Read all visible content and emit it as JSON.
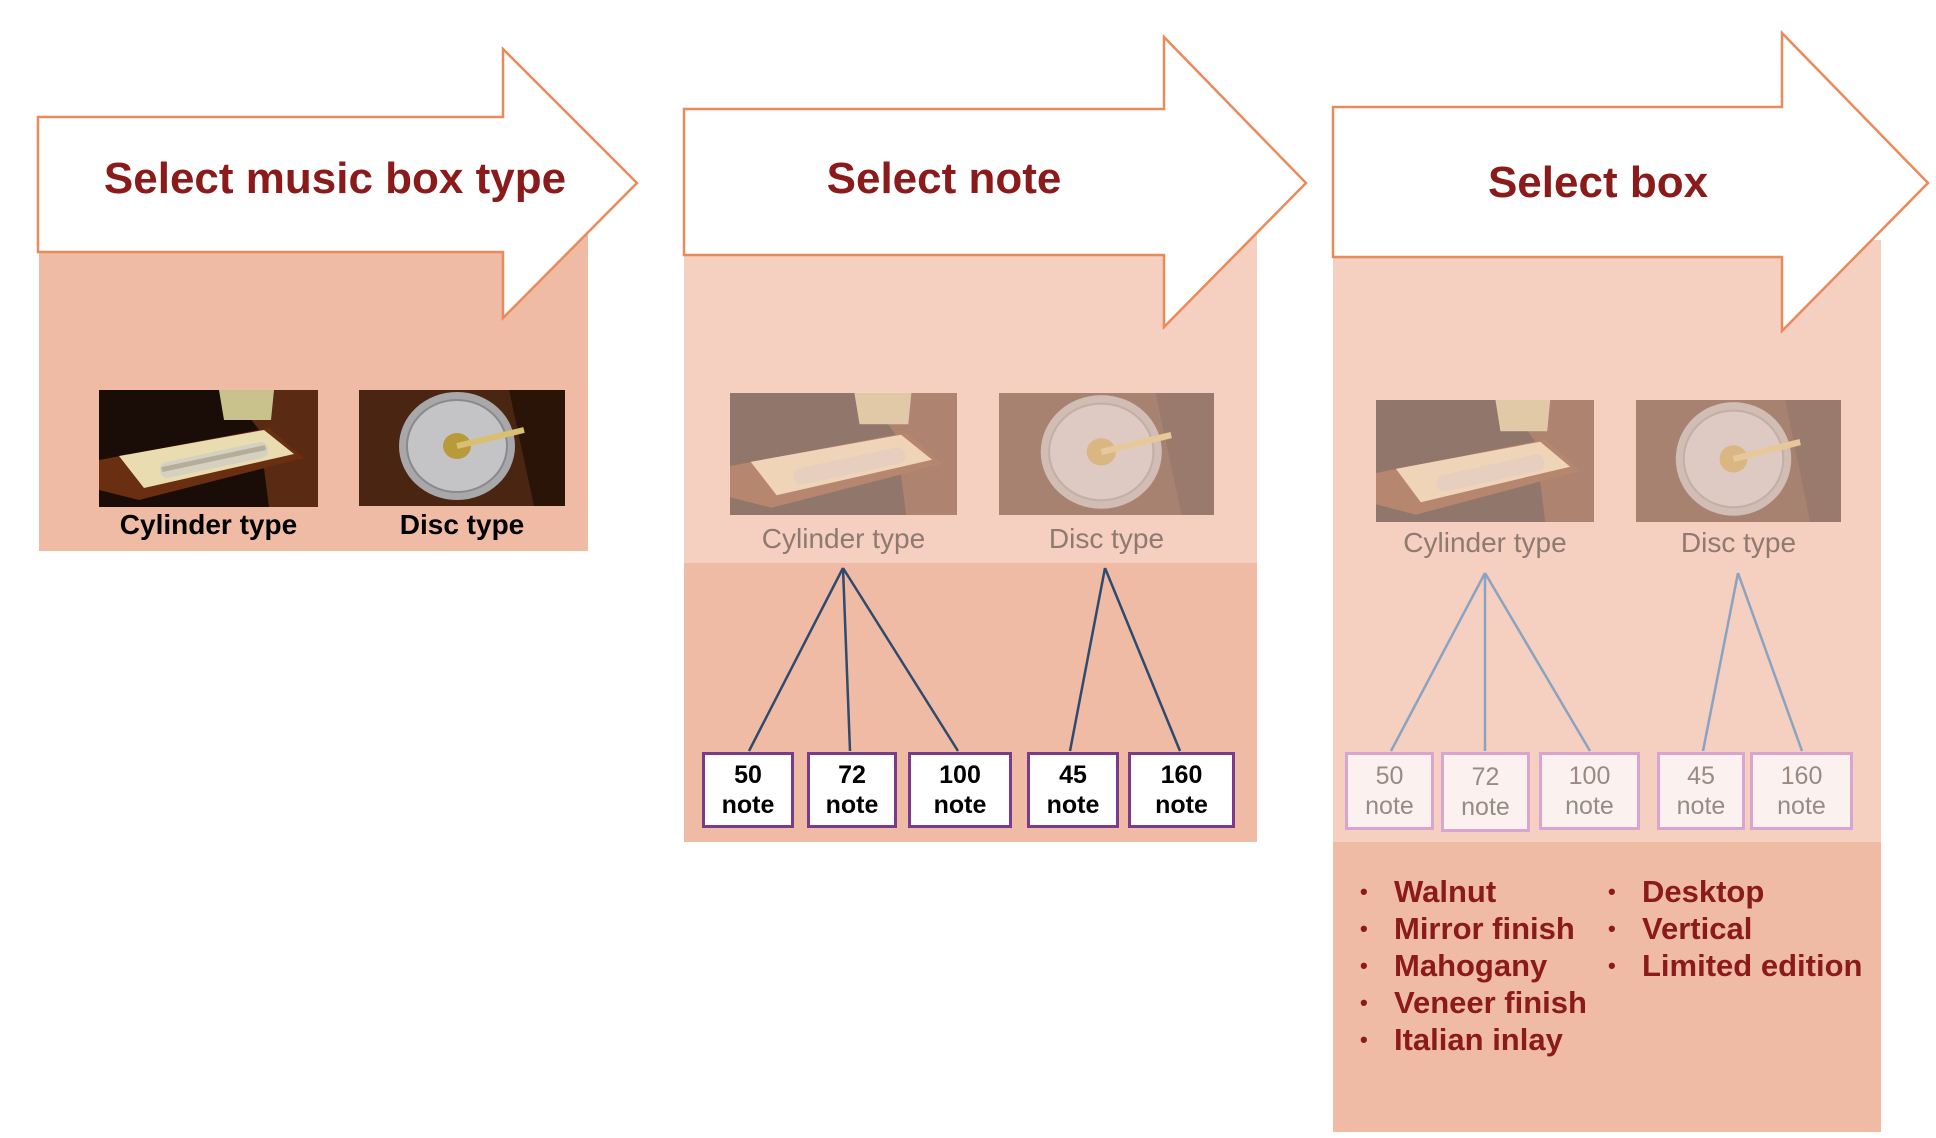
{
  "colors": {
    "title_text": "#8b1a1a",
    "arrow_outline": "#ea8a5a",
    "panel_dark": "#efbba4",
    "panel_light": "#f5cfbf",
    "note_border": "#7a3b8c",
    "connector_line": "#2e4a6e"
  },
  "stages": [
    {
      "title": "Select music box type",
      "types": [
        {
          "label": "Cylinder type",
          "image_icon": "cylinder-music-box-photo"
        },
        {
          "label": "Disc type",
          "image_icon": "disc-music-box-photo"
        }
      ]
    },
    {
      "title": "Select note",
      "types": [
        {
          "label": "Cylinder type",
          "image_icon": "cylinder-music-box-photo"
        },
        {
          "label": "Disc type",
          "image_icon": "disc-music-box-photo"
        }
      ],
      "notes": [
        {
          "number": "50",
          "unit": "note",
          "parent": "Cylinder type"
        },
        {
          "number": "72",
          "unit": "note",
          "parent": "Cylinder type"
        },
        {
          "number": "100",
          "unit": "note",
          "parent": "Cylinder type"
        },
        {
          "number": "45",
          "unit": "note",
          "parent": "Disc type"
        },
        {
          "number": "160",
          "unit": "note",
          "parent": "Disc type"
        }
      ]
    },
    {
      "title": "Select box",
      "types": [
        {
          "label": "Cylinder type",
          "image_icon": "cylinder-music-box-photo"
        },
        {
          "label": "Disc type",
          "image_icon": "disc-music-box-photo"
        }
      ],
      "notes": [
        {
          "number": "50",
          "unit": "note",
          "parent": "Cylinder type"
        },
        {
          "number": "72",
          "unit": "note",
          "parent": "Cylinder type"
        },
        {
          "number": "100",
          "unit": "note",
          "parent": "Cylinder type"
        },
        {
          "number": "45",
          "unit": "note",
          "parent": "Disc type"
        },
        {
          "number": "160",
          "unit": "note",
          "parent": "Disc type"
        }
      ],
      "box_options_left": [
        "Walnut",
        "Mirror finish",
        "Mahogany",
        "Veneer finish",
        "Italian inlay"
      ],
      "box_options_right": [
        "Desktop",
        "Vertical",
        "Limited edition"
      ]
    }
  ]
}
